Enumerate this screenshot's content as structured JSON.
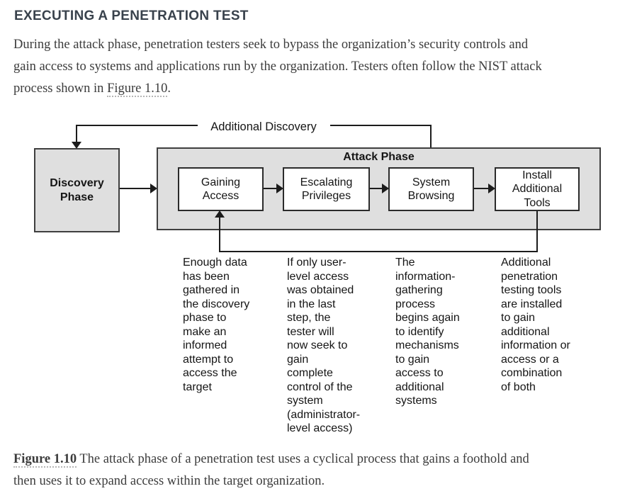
{
  "article": {
    "heading": "EXECUTING A PENETRATION TEST",
    "intro_text": "During the attack phase, penetration testers seek to bypass the organization’s security controls and\ngain access to systems and applications run by the organization. Testers often follow the NIST attack\nprocess shown in ",
    "intro_link": "Figure 1.10",
    "intro_suffix": ".",
    "caption_link": "Figure 1.10",
    "caption_text": " The attack phase of a penetration test uses a cyclical process that gains a foothold and\nthen uses it to expand access within the target organization."
  },
  "diagram": {
    "feedback_label": "Additional Discovery",
    "discovery_box_label": "Discovery\nPhase",
    "attack_phase_label": "Attack Phase",
    "steps": [
      {
        "label": "Gaining\nAccess",
        "note": "Enough data\nhas been\ngathered in\nthe discovery\nphase to\nmake an\ninformed\nattempt to\naccess the\ntarget"
      },
      {
        "label": "Escalating\nPrivileges",
        "note": "If only user-\nlevel access\nwas obtained\nin the last\nstep, the\ntester will\nnow seek to\ngain\ncomplete\ncontrol of the\nsystem\n(administrator-\nlevel access)"
      },
      {
        "label": "System\nBrowsing",
        "note": "The\ninformation-\ngathering\nprocess\nbegins again\nto identify\nmechanisms\nto gain\naccess to\nadditional\nsystems"
      },
      {
        "label": "Install\nAdditional\nTools",
        "note": "Additional\npenetration\ntesting tools\nare installed\nto gain\nadditional\ninformation or\naccess or a\ncombination\nof both"
      }
    ],
    "colors": {
      "phase_fill": "#dfdfdf",
      "phase_border": "#3f3f3f",
      "step_fill": "#ffffff",
      "step_border": "#2b2b2b",
      "line": "#1c1c1c"
    }
  }
}
